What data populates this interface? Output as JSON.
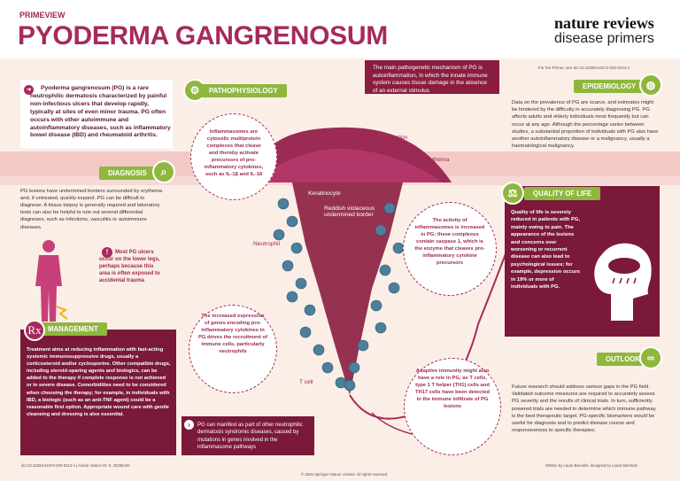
{
  "header": {
    "kicker": "PRIMEVIEW",
    "title": "PYODERMA GANGRENOSUM",
    "brand_line1": "nature reviews",
    "brand_line2": "disease primers",
    "doi": "For the Primer, see doi:10.1038/s41572-020-0213-x"
  },
  "intro": {
    "text": "Pyoderma gangrenosum (PG) is a rare neutrophilic dermatosis characterized by painful non-infectious ulcers that develop rapidly, typically at sites of even minor trauma. PG often occurs with other autoimmune and autoinflammatory diseases, such as inflammatory bowel disease (IBD) and rheumatoid arthritis."
  },
  "top_callout": "The main pathogenetic mechanism of PG is autoinflammation, in which the innate immune system causes tissue damage in the absence of an external stimulus",
  "pathophysiology": {
    "heading": "PATHOPHYSIOLOGY",
    "c1": "Inflammasomes are cytosolic multiprotein complexes that cleave and thereby activate precursors of pro-inflammatory cytokines, such as IL-1β and IL-18",
    "c2": "The activity of inflammasomes is increased in PG; these complexes contain caspase 1, which is the enzyme that cleaves pro-inflammatory cytokine precursors",
    "c3": "The increased expression of genes encoding pro-inflammatory cytokines in PG drives the recruitment of immune cells, particularly neutrophils",
    "c4": "Adaptive immunity might also have a role in PG, as T cells, type 1 T helper (TH1) cells and TH17 cells have been detected in the immune infiltrate of PG lesions",
    "labels": {
      "full_thickness": "Full thickness ulceration",
      "peripheral": "Peripheral erythema",
      "keratinocyte": "Keratinocyte",
      "border": "Reddish violaceous undermined border",
      "neutrophil": "Neutrophil",
      "tcell": "T cell"
    },
    "bottom_callout": "PG can manifest as part of other neutrophilic dermatosis syndromic diseases, caused by mutations in genes involved in the inflammasome pathways"
  },
  "diagnosis": {
    "heading": "DIAGNOSIS",
    "text": "PG lesions have undermined borders surrounded by erythema and, if untreated, quickly expand. PG can be difficult to diagnose. A tissue biopsy is generally required and laboratory tests can also be helpful to rule out several differential diagnoses, such as infections, vasculitis or autoimmune diseases.",
    "warning": "Most PG ulcers occur on the lower legs, perhaps because this area is often exposed to accidental trauma"
  },
  "management": {
    "heading": "MANAGEMENT",
    "icon": "Rx",
    "text": "Treatment aims at reducing inflammation with fast-acting systemic immunosuppressive drugs, usually a corticosteroid and/or cyclosporine. Other compatible drugs, including steroid-sparing agents and biologics, can be added to the therapy if complete response is not achieved or in severe disease. Comorbidities need to be considered when choosing the therapy; for example, in individuals with IBD, a biologic (such as an anti-TNF agent) could be a reasonable first option. Appropriate wound care with gentle cleansing and dressing is also essential."
  },
  "epidemiology": {
    "heading": "EPIDEMIOLOGY",
    "text": "Data on the prevalence of PG are scarce, and estimates might be hindered by the difficulty in accurately diagnosing PG. PG affects adults and elderly individuals most frequently but can occur at any age. Although the percentage varies between studies, a substantial proportion of individuals with PG also have another autoinflammatory disease or a malignancy, usually a haematological malignancy."
  },
  "quality_of_life": {
    "heading": "QUALITY OF LIFE",
    "text": "Quality of life is severely reduced in patients with PG, mainly owing to pain. The appearance of the lesions and concerns over worsening or recurrent disease can also lead to psychological issues; for example, depression occurs in 19% or more of individuals with PG."
  },
  "outlook": {
    "heading": "OUTLOOK",
    "text": "Future research should address various gaps in the PG field. Validated outcome measures are required to accurately assess PG severity and the results of clinical trials. In turn, sufficiently powered trials are needed to determine which immune pathway is the best therapeutic target. PG-specific biomarkers would be useful for diagnosis and to predict disease course and responsiveness to specific therapies."
  },
  "footer": {
    "left": "doi:10.1038/s41572-020-0213-x | Article citation ID: 6:   2020|6:84",
    "center": "© 2020 Springer Nature Limited. All rights reserved.",
    "right": "Written by Laura Brunelle; designed by Laura Marshall"
  },
  "colors": {
    "accent": "#a62a5c",
    "dark": "#7a1939",
    "green": "#8fb73e",
    "bg": "#fbeee6"
  }
}
